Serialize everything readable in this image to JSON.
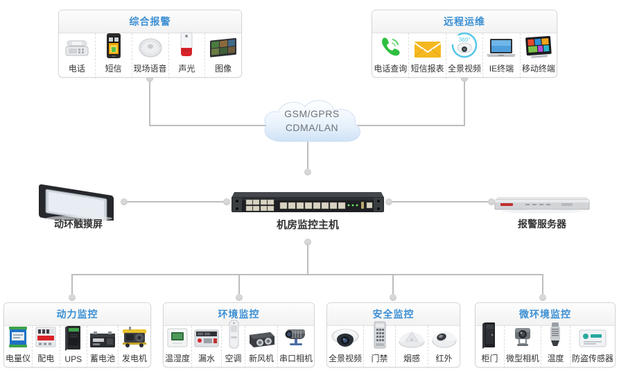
{
  "diagram": {
    "cloud": {
      "line1": "GSM/GPRS",
      "line2": "CDMA/LAN"
    },
    "colors": {
      "title": "#3b8fd4",
      "line": "#bdbdbd",
      "dot": "#d8d8d8",
      "label": "#333333"
    }
  },
  "top_panels": [
    {
      "title": "综合报警",
      "items": [
        {
          "label": "电话",
          "icon": "desk-phone-icon"
        },
        {
          "label": "短信",
          "icon": "mobile-phone-icon"
        },
        {
          "label": "现场语音",
          "icon": "ceiling-speaker-icon"
        },
        {
          "label": "声光",
          "icon": "strobe-siren-icon"
        },
        {
          "label": "图像",
          "icon": "video-wall-icon"
        }
      ]
    },
    {
      "title": "远程运维",
      "items": [
        {
          "label": "电话查询",
          "icon": "phone-call-icon"
        },
        {
          "label": "短信报表",
          "icon": "envelope-icon"
        },
        {
          "label": "全景视频",
          "icon": "panoramic-camera-360-icon"
        },
        {
          "label": "IE终端",
          "icon": "laptop-icon"
        },
        {
          "label": "移动终端",
          "icon": "tablet-icon"
        }
      ]
    }
  ],
  "middle_devices": [
    {
      "label": "动环触摸屏",
      "icon": "touch-panel-icon"
    },
    {
      "label": "机房监控主机",
      "icon": "rack-server-icon"
    },
    {
      "label": "报警服务器",
      "icon": "alarm-server-icon"
    }
  ],
  "bottom_panels": [
    {
      "title": "动力监控",
      "items": [
        {
          "label": "电量仪",
          "icon": "power-meter-icon"
        },
        {
          "label": "配电",
          "icon": "breaker-icon"
        },
        {
          "label": "UPS",
          "icon": "ups-cabinet-icon"
        },
        {
          "label": "蓄电池",
          "icon": "battery-icon"
        },
        {
          "label": "发电机",
          "icon": "generator-icon"
        }
      ]
    },
    {
      "title": "环境监控",
      "items": [
        {
          "label": "温湿度",
          "icon": "temp-humidity-sensor-icon"
        },
        {
          "label": "漏水",
          "icon": "water-leak-controller-icon"
        },
        {
          "label": "空调",
          "icon": "air-conditioner-icon"
        },
        {
          "label": "新风机",
          "icon": "ventilation-fan-icon"
        },
        {
          "label": "串口相机",
          "icon": "bullet-camera-icon"
        }
      ]
    },
    {
      "title": "安全监控",
      "items": [
        {
          "label": "全景视频",
          "icon": "dome-camera-icon"
        },
        {
          "label": "门禁",
          "icon": "access-keypad-icon"
        },
        {
          "label": "烟感",
          "icon": "smoke-detector-icon"
        },
        {
          "label": "红外",
          "icon": "infrared-detector-icon"
        }
      ]
    },
    {
      "title": "微环境监控",
      "items": [
        {
          "label": "柜门",
          "icon": "cabinet-door-icon"
        },
        {
          "label": "微型相机",
          "icon": "mini-camera-icon"
        },
        {
          "label": "温度",
          "icon": "temperature-probe-icon"
        },
        {
          "label": "防盗传感器",
          "icon": "intrusion-sensor-icon"
        }
      ]
    }
  ]
}
